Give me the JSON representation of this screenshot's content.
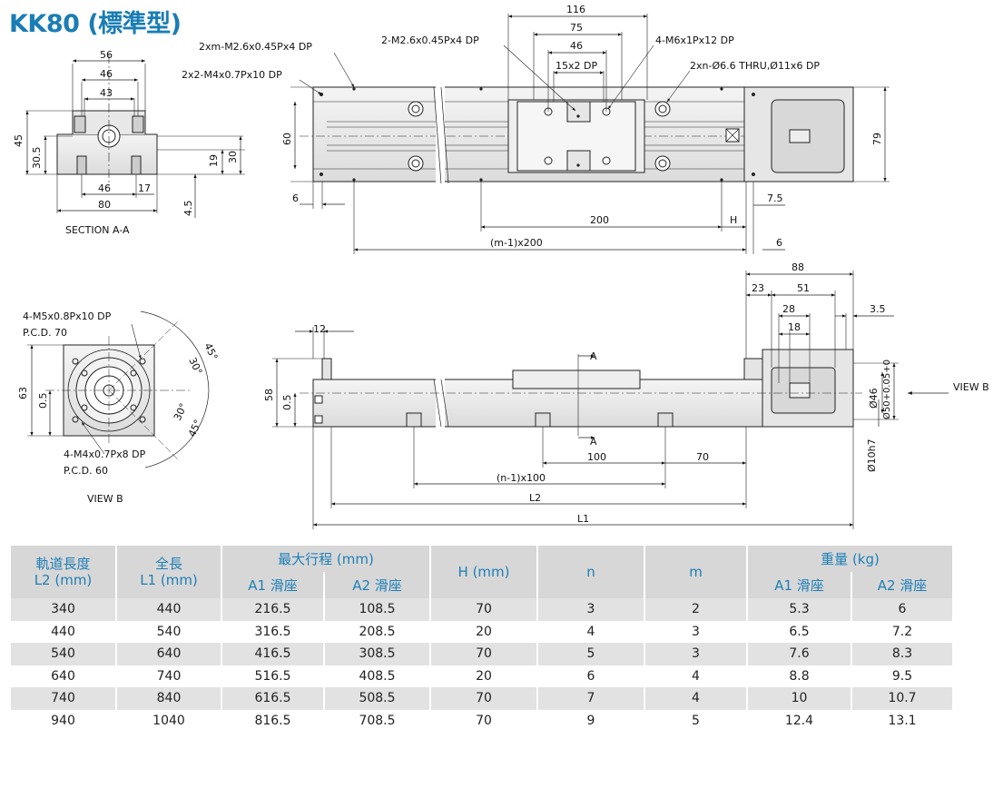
{
  "title": "KK80 (標準型)",
  "drawing": {
    "labels": {
      "d56": "56",
      "d46a": "46",
      "d43": "43",
      "d45": "45",
      "d30_5": "30.5",
      "d19": "19",
      "d30": "30",
      "d46b": "46",
      "d17": "17",
      "d80": "80",
      "d4_5": "4.5",
      "section": "SECTION A-A",
      "note_m26_4": "2xm-M2.6x0.45Px4 DP",
      "note_m4_10": "2x2-M4x0.7Px10 DP",
      "note_m26_2": "2-M2.6x0.45Px4 DP",
      "note_m6": "4-M6x1Px12 DP",
      "note_thru": "2xn-Ø6.6 THRU,Ø11x6 DP",
      "d116": "116",
      "d75": "75",
      "d46c": "46",
      "d15": "15x2 DP",
      "d60": "60",
      "d79": "79",
      "d6a": "6",
      "d7_5": "7.5",
      "d200": "200",
      "dH": "H",
      "dm1": "(m-1)x200",
      "d6b": "6",
      "note_m5": "4-M5x0.8Px10 DP",
      "pcd70": "P.C.D. 70",
      "note_m4_8": "4-M4x0.7Px8 DP",
      "pcd60": "P.C.D. 60",
      "d63": "63",
      "d0_5a": "0.5",
      "a45a": "45°",
      "a30a": "30°",
      "a30b": "30°",
      "a45b": "45°",
      "viewb": "VIEW B",
      "d88": "88",
      "d23": "23",
      "d51": "51",
      "d28": "28",
      "d18": "18",
      "d3_5": "3.5",
      "d12": "12",
      "d58": "58",
      "d0_5b": "0.5",
      "secA1": "A",
      "secA2": "A",
      "d100": "100",
      "d70": "70",
      "dn1": "(n-1)x100",
      "dL2": "L2",
      "dL1": "L1",
      "d46d": "Ø46",
      "d50": "Ø50+0.05+0",
      "d10": "Ø10h7",
      "viewb_arrow": "VIEW B"
    }
  },
  "table": {
    "headers": {
      "rail_len": "軌道長度",
      "rail_len_unit": "L2 (mm)",
      "total_len": "全長",
      "total_len_unit": "L1 (mm)",
      "max_stroke": "最大行程 (mm)",
      "a1": "A1 滑座",
      "a2": "A2 滑座",
      "h": "H (mm)",
      "n": "n",
      "m": "m",
      "weight": "重量 (kg)",
      "wa1": "A1 滑座",
      "wa2": "A2 滑座"
    },
    "rows": [
      [
        "340",
        "440",
        "216.5",
        "108.5",
        "70",
        "3",
        "2",
        "5.3",
        "6"
      ],
      [
        "440",
        "540",
        "316.5",
        "208.5",
        "20",
        "4",
        "3",
        "6.5",
        "7.2"
      ],
      [
        "540",
        "640",
        "416.5",
        "308.5",
        "70",
        "5",
        "3",
        "7.6",
        "8.3"
      ],
      [
        "640",
        "740",
        "516.5",
        "408.5",
        "20",
        "6",
        "4",
        "8.8",
        "9.5"
      ],
      [
        "740",
        "840",
        "616.5",
        "508.5",
        "70",
        "7",
        "4",
        "10",
        "10.7"
      ],
      [
        "940",
        "1040",
        "816.5",
        "708.5",
        "70",
        "9",
        "5",
        "12.4",
        "13.1"
      ]
    ]
  }
}
